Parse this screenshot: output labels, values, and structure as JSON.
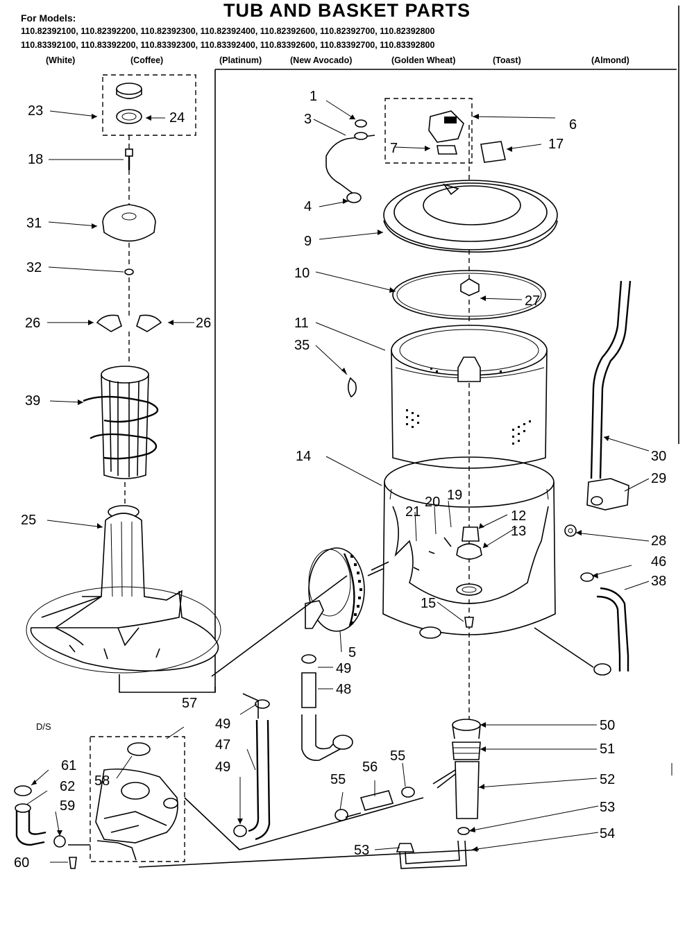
{
  "header": {
    "title": "TUB AND BASKET PARTS",
    "for_models_label": "For Models:",
    "models_row1": "110.82392100, 110.82392200, 110.82392300, 110.82392400, 110.82392600, 110.82392700, 110.82392800",
    "models_row2": "110.83392100, 110.83392200, 110.83392300, 110.83392400, 110.83392600, 110.83392700, 110.83392800",
    "colors": [
      "(White)",
      "(Coffee)",
      "(Platinum)",
      "(New Avocado)",
      "(Golden Wheat)",
      "(Toast)",
      "(Almond)"
    ]
  },
  "footnote": "D/S",
  "part_numbers": {
    "p1": "1",
    "p3": "3",
    "p4": "4",
    "p5": "5",
    "p6": "6",
    "p7": "7",
    "p9": "9",
    "p10": "10",
    "p11": "11",
    "p12": "12",
    "p13": "13",
    "p14": "14",
    "p15": "15",
    "p17": "17",
    "p18": "18",
    "p19": "19",
    "p20": "20",
    "p21": "21",
    "p23": "23",
    "p24": "24",
    "p25": "25",
    "p26a": "26",
    "p26b": "26",
    "p27": "27",
    "p28": "28",
    "p29": "29",
    "p30": "30",
    "p31": "31",
    "p32": "32",
    "p35": "35",
    "p38": "38",
    "p39": "39",
    "p46": "46",
    "p47": "47",
    "p48": "48",
    "p49a": "49",
    "p49b": "49",
    "p49c": "49",
    "p50": "50",
    "p51": "51",
    "p52": "52",
    "p53a": "53",
    "p53b": "53",
    "p54": "54",
    "p55a": "55",
    "p55b": "55",
    "p56": "56",
    "p57": "57",
    "p58": "58",
    "p59": "59",
    "p60": "60",
    "p61": "61",
    "p62": "62"
  }
}
